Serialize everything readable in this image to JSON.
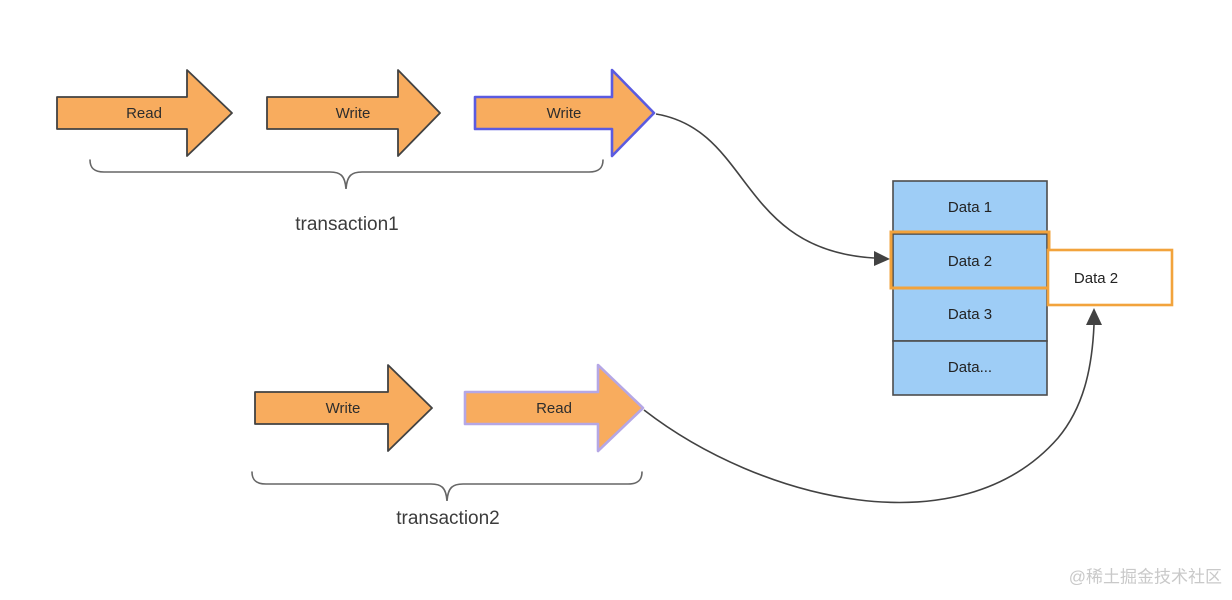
{
  "colors": {
    "arrow-fill": "#F8AC5E",
    "arrow-stroke": "#424242",
    "purple-stroke": "#5B5BE0",
    "lavender-stroke": "#B5A7E5",
    "cell-fill": "#9ECDF6",
    "cell-stroke": "#4D4D4D",
    "highlight": "#F2A33C",
    "connector": "#424242",
    "brace": "#666666",
    "watermark": "#C9C9C9"
  },
  "transaction1": {
    "label": "transaction1",
    "arrows": [
      {
        "label": "Read",
        "outline": "default"
      },
      {
        "label": "Write",
        "outline": "default"
      },
      {
        "label": "Write",
        "outline": "purple"
      }
    ]
  },
  "transaction2": {
    "label": "transaction2",
    "arrows": [
      {
        "label": "Write",
        "outline": "default"
      },
      {
        "label": "Read",
        "outline": "lavender"
      }
    ]
  },
  "table": {
    "rows": [
      "Data 1",
      "Data 2",
      "Data 3",
      "Data..."
    ],
    "highlighted_row": "Data 2"
  },
  "result_box": {
    "label": "Data 2"
  },
  "watermark": {
    "text": "@稀土掘金技术社区"
  }
}
